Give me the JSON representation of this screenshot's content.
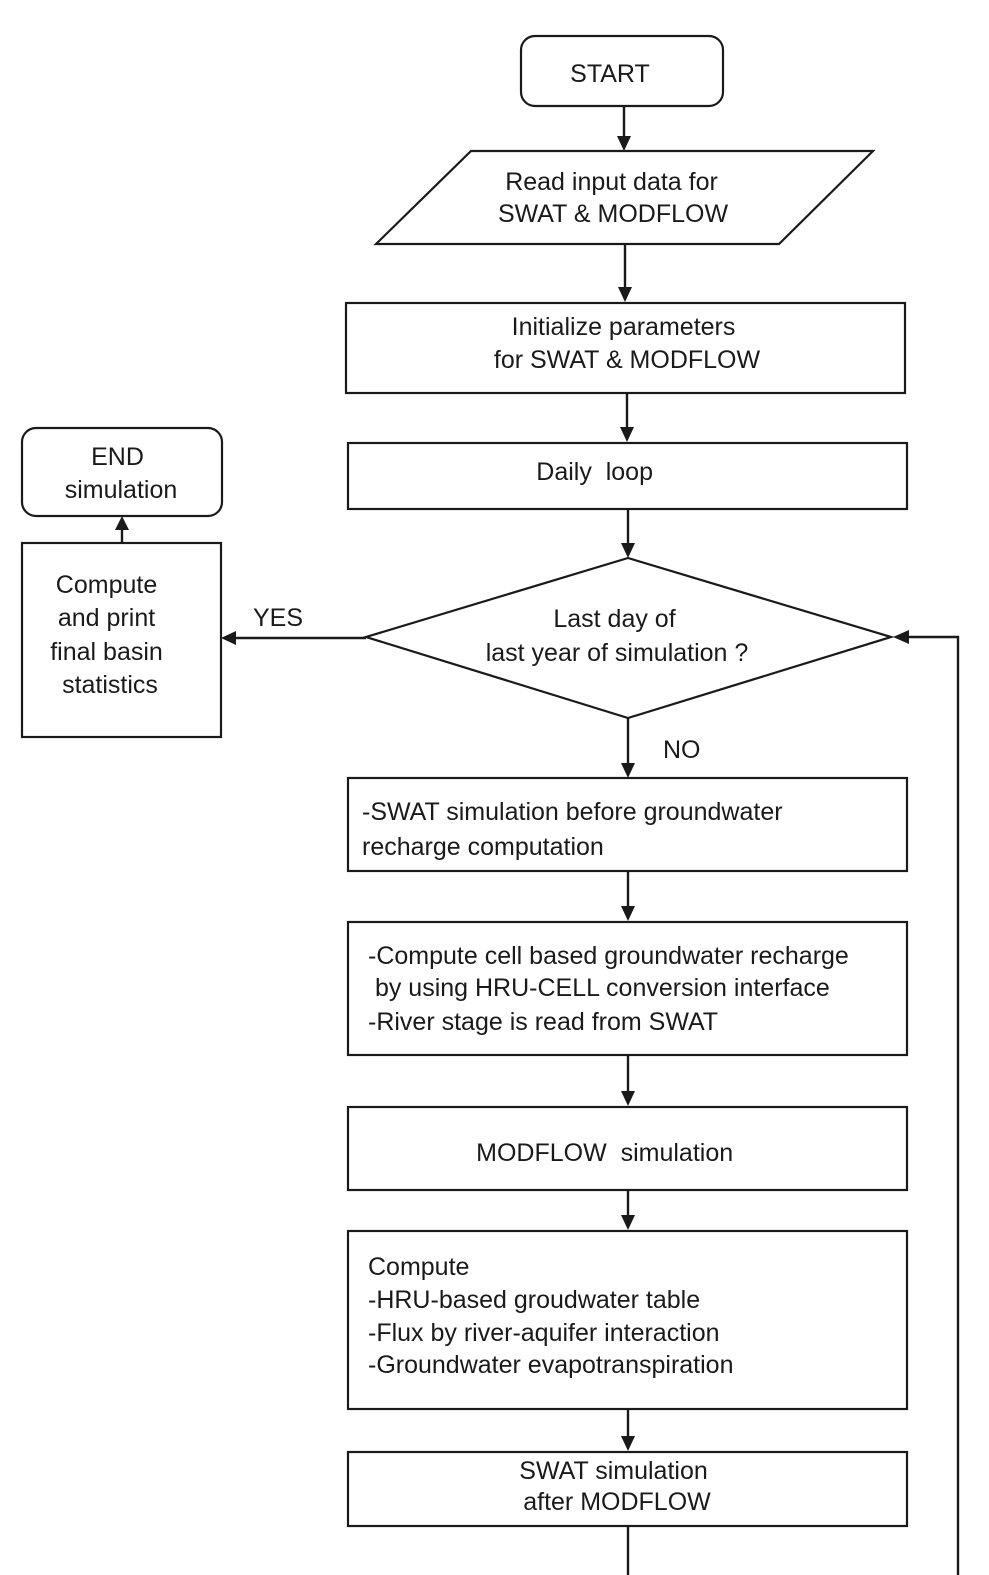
{
  "diagram": {
    "nodes": {
      "start": {
        "lines": [
          "START"
        ]
      },
      "read_input": {
        "lines": [
          "Read input data for",
          "SWAT & MODFLOW"
        ]
      },
      "init": {
        "lines": [
          "Initialize parameters",
          "for SWAT & MODFLOW"
        ]
      },
      "daily": {
        "lines": [
          "Daily  loop"
        ]
      },
      "decision": {
        "lines": [
          "Last day of",
          "last year of simulation ?"
        ]
      },
      "compute_stats": {
        "lines": [
          "Compute",
          "and print",
          "final basin",
          "statistics"
        ]
      },
      "end": {
        "lines": [
          "END",
          "simulation"
        ]
      },
      "swat_before": {
        "lines": [
          "-SWAT simulation before groundwater",
          "recharge computation"
        ]
      },
      "recharge": {
        "lines": [
          "-Compute cell based groundwater recharge",
          " by using HRU-CELL conversion interface",
          "-River stage is read from SWAT"
        ]
      },
      "modflow": {
        "lines": [
          "MODFLOW  simulation"
        ]
      },
      "compute_gw": {
        "lines": [
          "Compute",
          "-HRU-based groudwater table",
          "-Flux by river-aquifer interaction",
          "-Groundwater evapotranspiration"
        ]
      },
      "swat_after": {
        "lines": [
          "SWAT simulation",
          "after MODFLOW"
        ]
      }
    },
    "labels": {
      "yes": "YES",
      "no": "NO"
    },
    "colors": {
      "stroke": "#1a1a1a",
      "fill": "#ffffff",
      "text": "#1a1a1a"
    }
  }
}
